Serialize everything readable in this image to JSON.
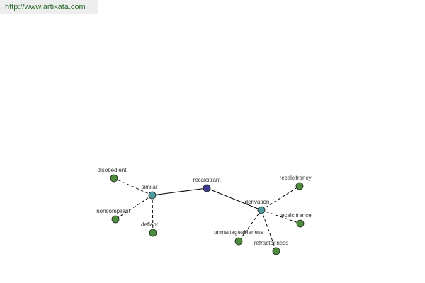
{
  "banner": {
    "url": "http://www.artikata.com"
  },
  "colors": {
    "center_node": "#3d3d8f",
    "hub_node": "#4f9a9a",
    "leaf_node": "#4c8c3c",
    "banner_text": "#2e6b2e",
    "banner_bg": "#eeeeee"
  },
  "graph": {
    "nodes": [
      {
        "id": "recalcitrant",
        "label": "recalcitrant",
        "kind": "center"
      },
      {
        "id": "similar",
        "label": "similar",
        "kind": "hub"
      },
      {
        "id": "derivation",
        "label": "derivation",
        "kind": "hub"
      },
      {
        "id": "disobedient",
        "label": "disobedient",
        "kind": "leaf"
      },
      {
        "id": "noncompliant",
        "label": "noncompliant",
        "kind": "leaf"
      },
      {
        "id": "defiant",
        "label": "defiant",
        "kind": "leaf"
      },
      {
        "id": "recalcitrancy",
        "label": "recalcitrancy",
        "kind": "leaf"
      },
      {
        "id": "recalcitrance",
        "label": "recalcitrance",
        "kind": "leaf"
      },
      {
        "id": "unmanageableness",
        "label": "unmanageableness",
        "kind": "leaf"
      },
      {
        "id": "refractoriness",
        "label": "refractoriness",
        "kind": "leaf"
      }
    ],
    "edges": [
      {
        "from": "recalcitrant",
        "to": "similar",
        "style": "solid"
      },
      {
        "from": "recalcitrant",
        "to": "derivation",
        "style": "solid"
      },
      {
        "from": "similar",
        "to": "disobedient",
        "style": "dashed"
      },
      {
        "from": "similar",
        "to": "noncompliant",
        "style": "dashed"
      },
      {
        "from": "similar",
        "to": "defiant",
        "style": "dashed"
      },
      {
        "from": "derivation",
        "to": "recalcitrancy",
        "style": "dashed"
      },
      {
        "from": "derivation",
        "to": "recalcitrance",
        "style": "dashed"
      },
      {
        "from": "derivation",
        "to": "unmanageableness",
        "style": "dashed"
      },
      {
        "from": "derivation",
        "to": "refractoriness",
        "style": "dashed"
      }
    ]
  }
}
